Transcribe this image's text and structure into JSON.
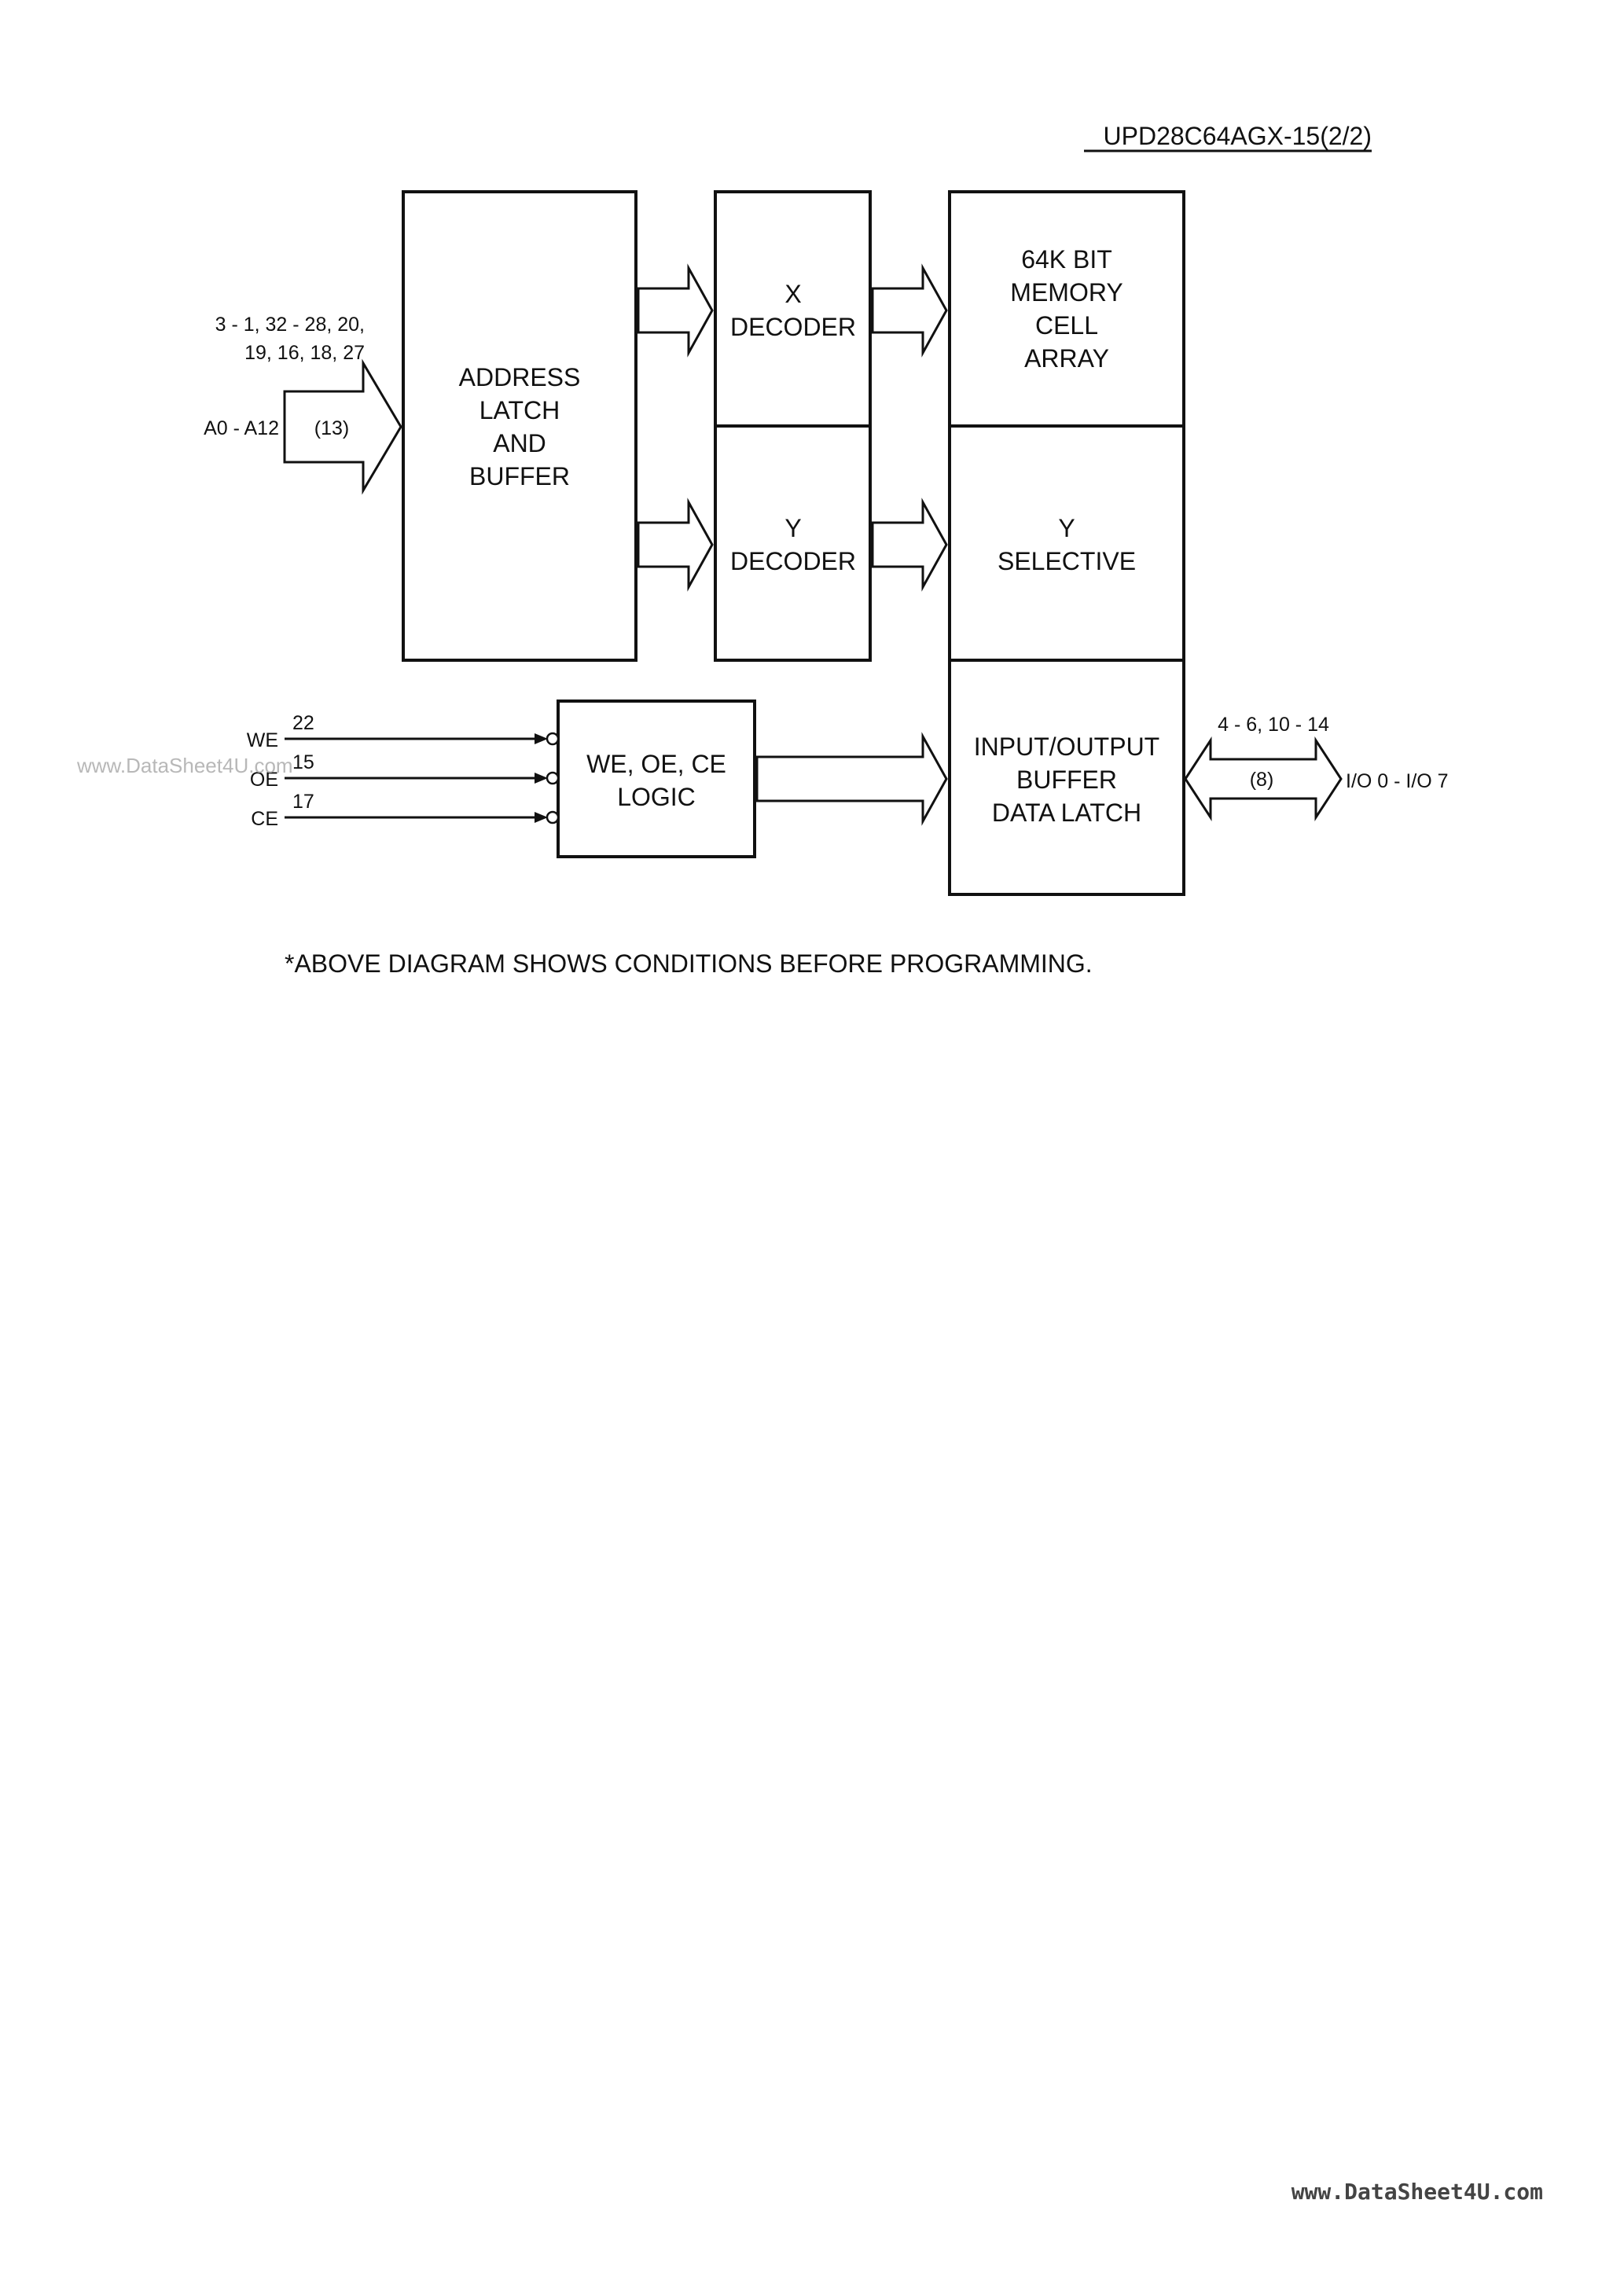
{
  "header": {
    "part_number": "UPD28C64AGX-15(2/2)"
  },
  "blocks": {
    "address_latch": [
      "ADDRESS",
      "LATCH",
      "AND",
      "BUFFER"
    ],
    "x_decoder": [
      "X",
      "DECODER"
    ],
    "y_decoder": [
      "Y",
      "DECODER"
    ],
    "memory_array": [
      "64K BIT",
      "MEMORY",
      "CELL",
      "ARRAY"
    ],
    "y_selective": [
      "Y",
      "SELECTIVE"
    ],
    "io_buffer": [
      "INPUT/OUTPUT",
      "BUFFER",
      "DATA LATCH"
    ],
    "control_logic": [
      "WE, OE, CE",
      "LOGIC"
    ]
  },
  "address_input": {
    "pins": [
      "3 - 1, 32 - 28, 20,",
      "19, 16, 18, 27"
    ],
    "name": "A0 - A12",
    "width": "(13)"
  },
  "control_inputs": [
    {
      "name": "WE",
      "pin": "22"
    },
    {
      "name": "OE",
      "pin": "15"
    },
    {
      "name": "CE",
      "pin": "17"
    }
  ],
  "io_bus": {
    "pins": "4 - 6, 10 - 14",
    "width": "(8)",
    "name": "I/O 0 - I/O 7"
  },
  "note": "*ABOVE DIAGRAM SHOWS CONDITIONS BEFORE PROGRAMMING.",
  "watermark": "www.DataSheet4U.com",
  "footer": "www.DataSheet4U.com"
}
